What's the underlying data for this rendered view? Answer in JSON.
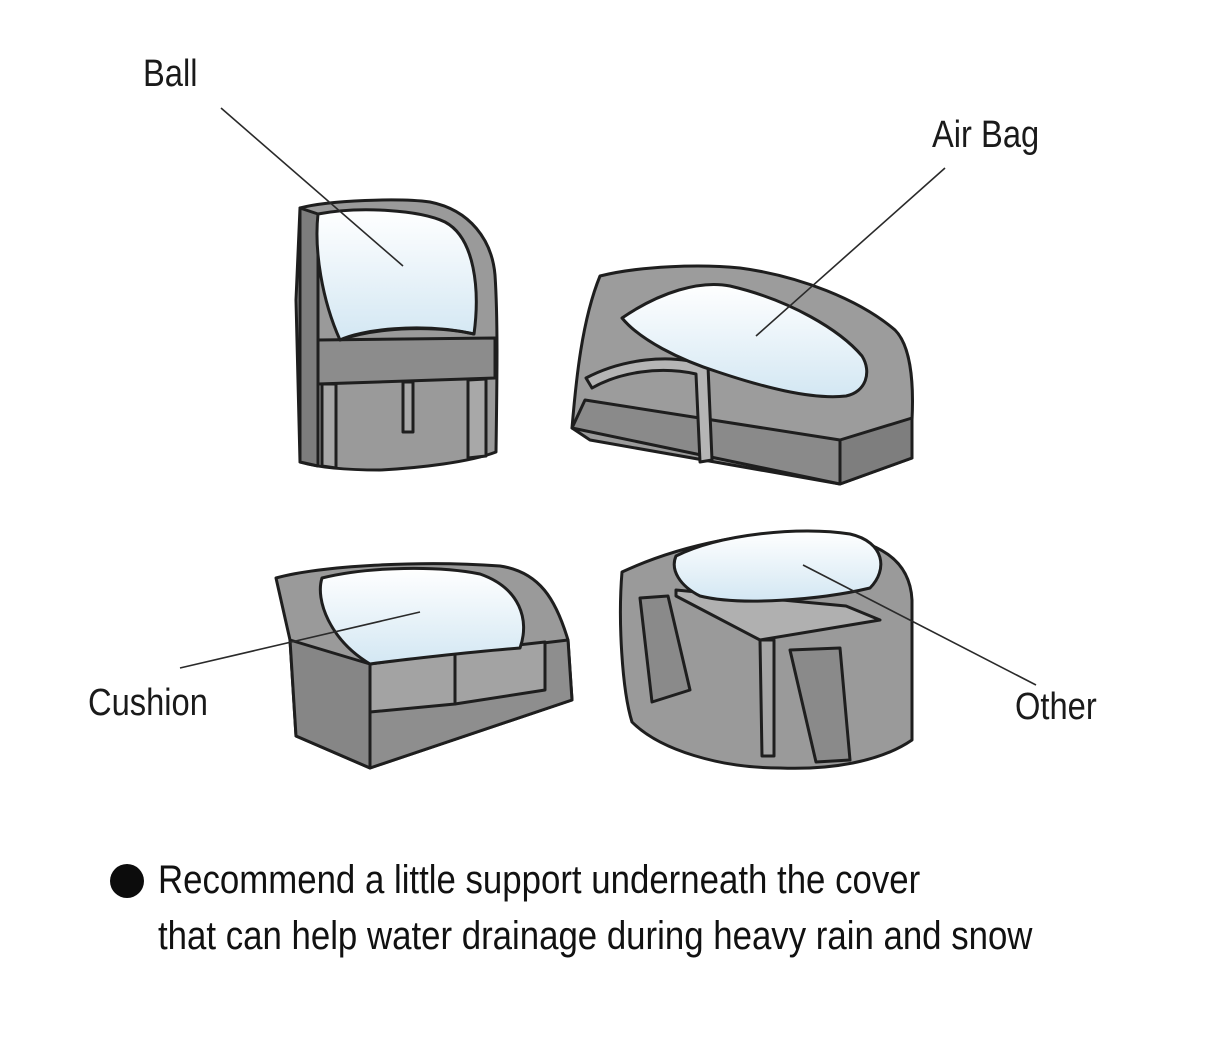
{
  "labels": {
    "ball": "Ball",
    "air_bag": "Air Bag",
    "cushion": "Cushion",
    "other": "Other"
  },
  "note": {
    "line1": "Recommend a little support underneath the cover",
    "line2": "that can help water drainage during heavy rain and snow"
  },
  "colors": {
    "cover_fill": "#8f8f8f",
    "cover_light": "#b9b9b9",
    "support_fill": "#f4f4f4",
    "support_tint": "#d6e9f4",
    "outline": "#1e1e1e",
    "text": "#111111"
  }
}
